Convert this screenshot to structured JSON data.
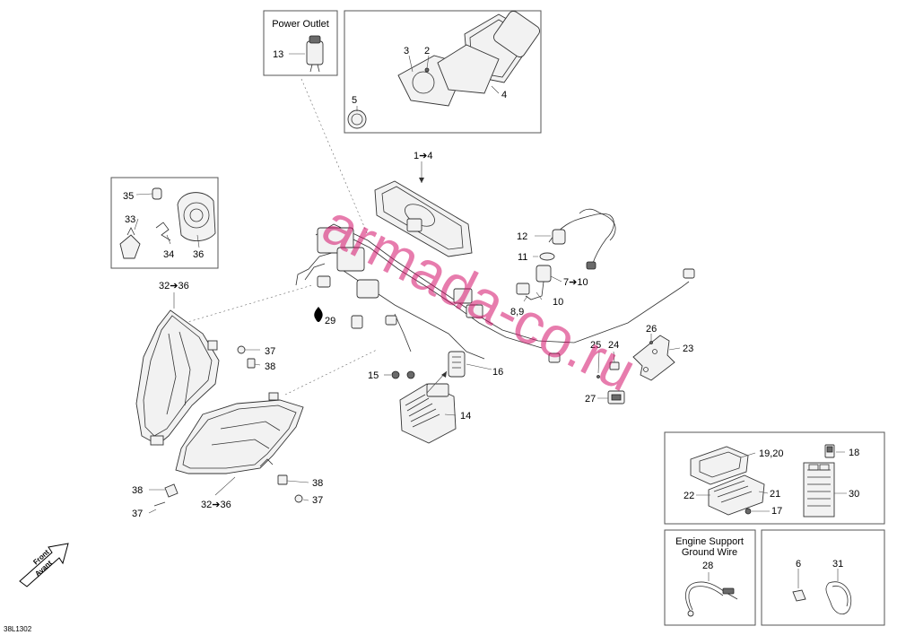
{
  "boxes": {
    "power_outlet_title": "Power Outlet",
    "ground_wire_title_line1": "Engine Support",
    "ground_wire_title_line2": "Ground Wire"
  },
  "labels": {
    "p1_4": "1➔4",
    "p2": "2",
    "p3": "3",
    "p4": "4",
    "p5": "5",
    "p6": "6",
    "p7_10": "7➔10",
    "p8_9": "8,9",
    "p10": "10",
    "p11": "11",
    "p12": "12",
    "p13": "13",
    "p14": "14",
    "p15": "15",
    "p16": "16",
    "p17": "17",
    "p18": "18",
    "p19_20": "19,20",
    "p21": "21",
    "p22": "22",
    "p23": "23",
    "p24": "24",
    "p25": "25",
    "p26": "26",
    "p27": "27",
    "p28": "28",
    "p29": "29",
    "p30": "30",
    "p31": "31",
    "p32_36_top": "32➔36",
    "p32_36_bottom": "32➔36",
    "p33": "33",
    "p34": "34",
    "p35": "35",
    "p36": "36",
    "p37_a": "37",
    "p37_b": "37",
    "p37_c": "37",
    "p38_a": "38",
    "p38_b": "38",
    "p38_c": "38"
  },
  "watermark": "armada-co.ru",
  "drawing_code": "38L1302",
  "front_arrow": {
    "line1": "Front",
    "line2": "Avant"
  },
  "colors": {
    "watermark": "#d4106a",
    "line": "#333333"
  }
}
